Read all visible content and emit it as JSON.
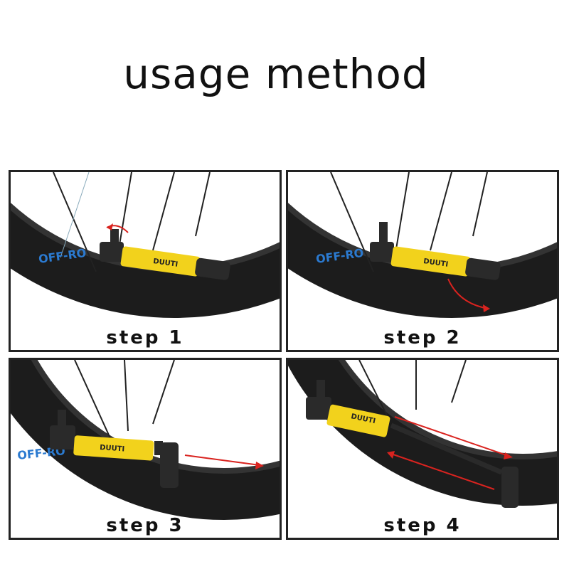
{
  "title": "usage method",
  "steps": [
    {
      "label": "step 1"
    },
    {
      "label": "step 2"
    },
    {
      "label": "step 3"
    },
    {
      "label": "step 4"
    }
  ],
  "pump": {
    "brand_text": "DUUTI"
  },
  "rim_text": "OFF-RO",
  "colors": {
    "pump_body": "#f2d21c",
    "pump_dark": "#2a2a2a",
    "tire": "#1c1c1c",
    "arrow": "#d9231f",
    "rim_text": "#2b7ad0"
  }
}
